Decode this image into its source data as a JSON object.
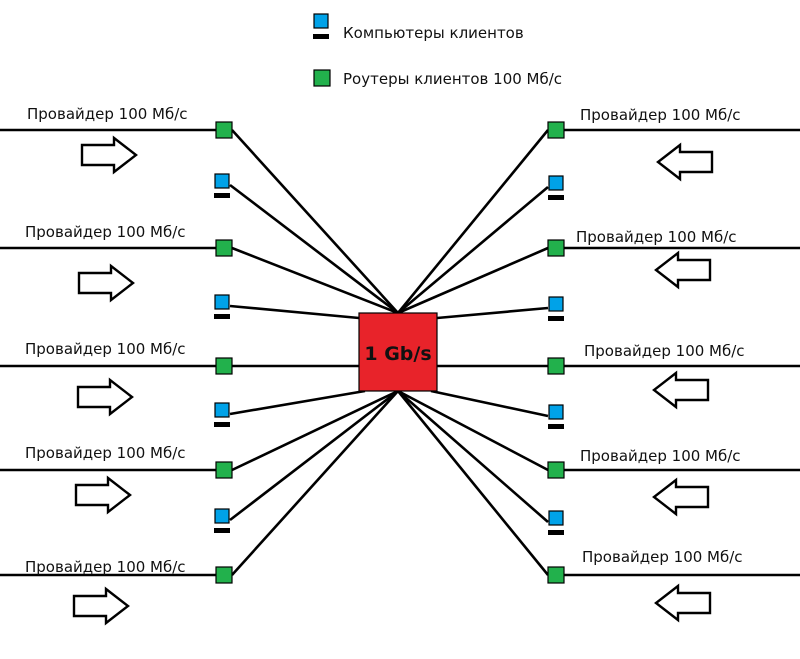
{
  "legend": {
    "computers_label": "Компьютеры клиентов",
    "routers_label": "Роутеры клиентов 100 Мб/с",
    "computer_icon": "computer-icon",
    "router_icon": "router-icon"
  },
  "hub": {
    "label": "1 Gb/s",
    "color": "#e8232a"
  },
  "colors": {
    "router": "#22b14c",
    "computer": "#00a2e8",
    "computer_base": "#000000",
    "line": "#000000",
    "arrow_fill": "#ffffff"
  },
  "providers_left": [
    {
      "label": "Провайдер 100 Мб/с",
      "arrow": "right-arrow-icon"
    },
    {
      "label": "Провайдер 100 Мб/с",
      "arrow": "right-arrow-icon"
    },
    {
      "label": "Провайдер 100 Мб/с",
      "arrow": "right-arrow-icon"
    },
    {
      "label": "Провайдер 100 Мб/с",
      "arrow": "right-arrow-icon"
    },
    {
      "label": "Провайдер 100 Мб/с",
      "arrow": "right-arrow-icon"
    }
  ],
  "providers_right": [
    {
      "label": "Провайдер 100 Мб/с",
      "arrow": "left-arrow-icon"
    },
    {
      "label": "Провайдер 100 Мб/с",
      "arrow": "left-arrow-icon"
    },
    {
      "label": "Провайдер 100 Мб/с",
      "arrow": "left-arrow-icon"
    },
    {
      "label": "Провайдер 100 Мб/с",
      "arrow": "left-arrow-icon"
    },
    {
      "label": "Провайдер 100 Мб/с",
      "arrow": "left-arrow-icon"
    }
  ]
}
